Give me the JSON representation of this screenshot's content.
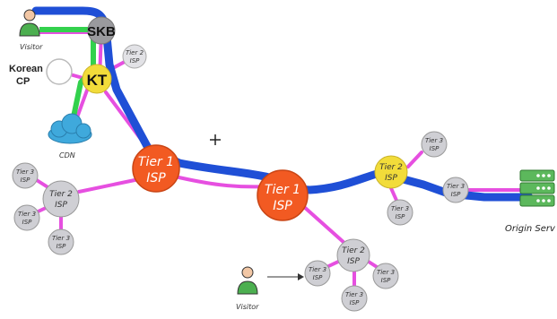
{
  "nodes": {
    "skb": "SKB",
    "kt": "KT",
    "korean_cp": [
      "Korean",
      "CP"
    ],
    "cdn": "CDN",
    "visitor_top": "Visitor",
    "visitor_bottom": "Visitor",
    "origin_server": "Origin Serv",
    "tier1_a": [
      "Tier 1",
      "ISP"
    ],
    "tier1_b": [
      "Tier 1",
      "ISP"
    ],
    "tier2_left": [
      "Tier 2",
      "ISP"
    ],
    "tier2_yellow": [
      "Tier 2",
      "ISP"
    ],
    "tier2_bottom": [
      "Tier 2",
      "ISP"
    ],
    "tier2_small": [
      "Tier 2",
      "ISP"
    ],
    "tier3": [
      "Tier 3",
      "ISP"
    ]
  },
  "colors": {
    "blue_path": "#1f4fd6",
    "green_path": "#33d14d",
    "magenta_link": "#e64fe0",
    "tier1": "#f25a22",
    "tier2_gray": "#cfcfd4",
    "kt_yellow": "#f2dc3a",
    "skb_gray": "#9a9a9e",
    "cdn_blue": "#3fa9dc",
    "server_green": "#5cb85c"
  }
}
